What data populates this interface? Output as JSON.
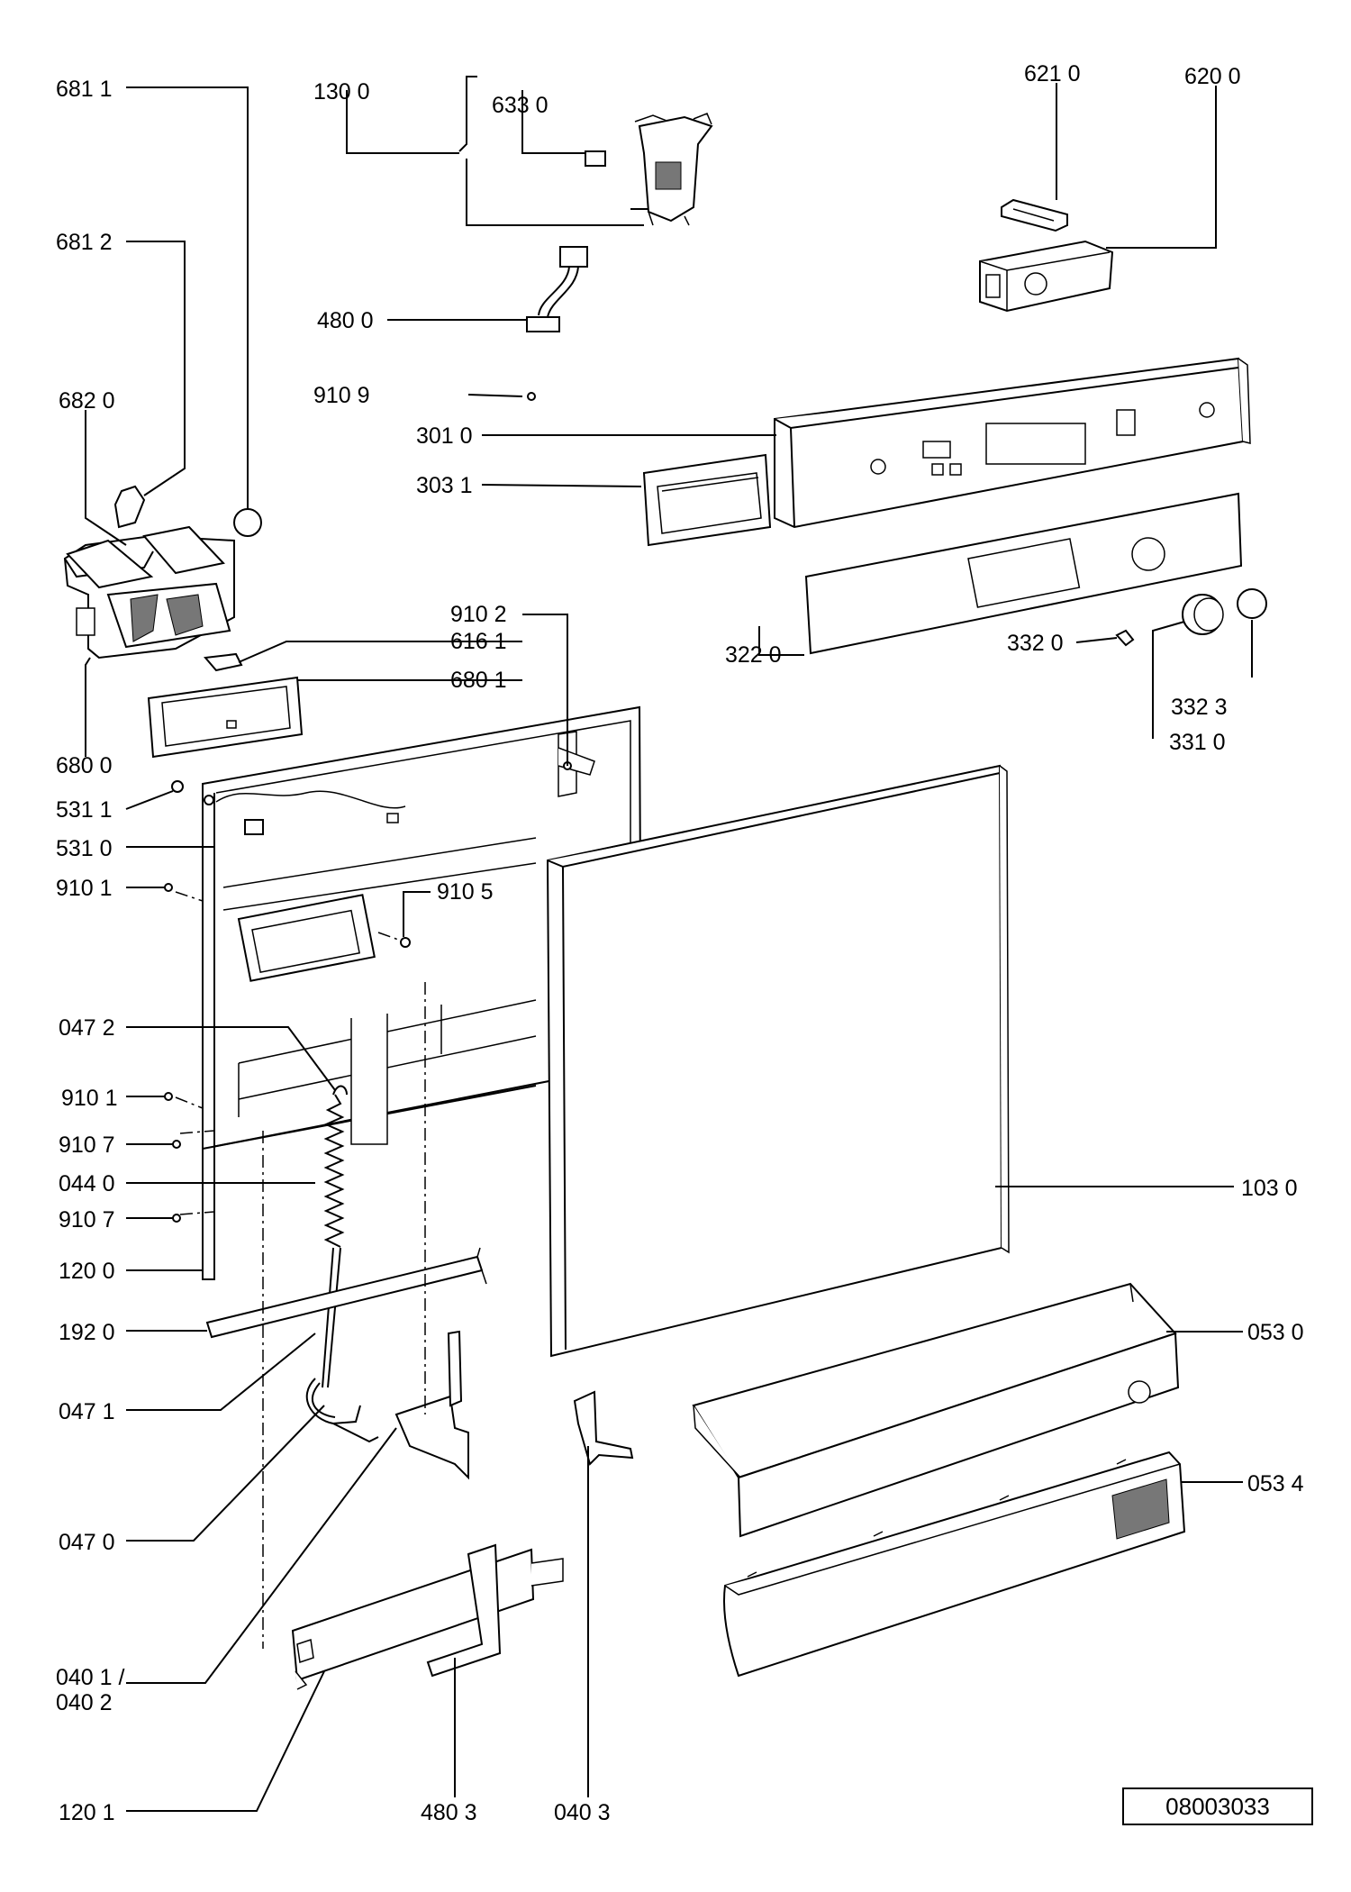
{
  "labels": {
    "l6811": "681 1",
    "l1300": "130 0",
    "l6330": "633 0",
    "l6210": "621 0",
    "l6200": "620 0",
    "l6812": "681 2",
    "l4800": "480 0",
    "l9109": "910 9",
    "l6820": "682 0",
    "l3010": "301 0",
    "l3031": "303 1",
    "l9102": "910 2",
    "l6161": "616 1",
    "l6801": "680 1",
    "l3220": "322 0",
    "l3320": "332 0",
    "l3323": "332 3",
    "l3310": "331 0",
    "l6800": "680 0",
    "l5311": "531 1",
    "l5310": "531 0",
    "l9101a": "910 1",
    "l9105": "910 5",
    "l0472": "047 2",
    "l9101b": "910 1",
    "l9107a": "910 7",
    "l0440": "044 0",
    "l9107b": "910 7",
    "l1030": "103 0",
    "l1200": "120 0",
    "l1920": "192 0",
    "l0530": "053 0",
    "l0471": "047 1",
    "l0534": "053 4",
    "l0470": "047 0",
    "l0401a": "040 1 /",
    "l0401b": "040 2",
    "l1201": "120 1",
    "l4803": "480 3",
    "l0403": "040 3"
  },
  "reference_number": "08003033"
}
